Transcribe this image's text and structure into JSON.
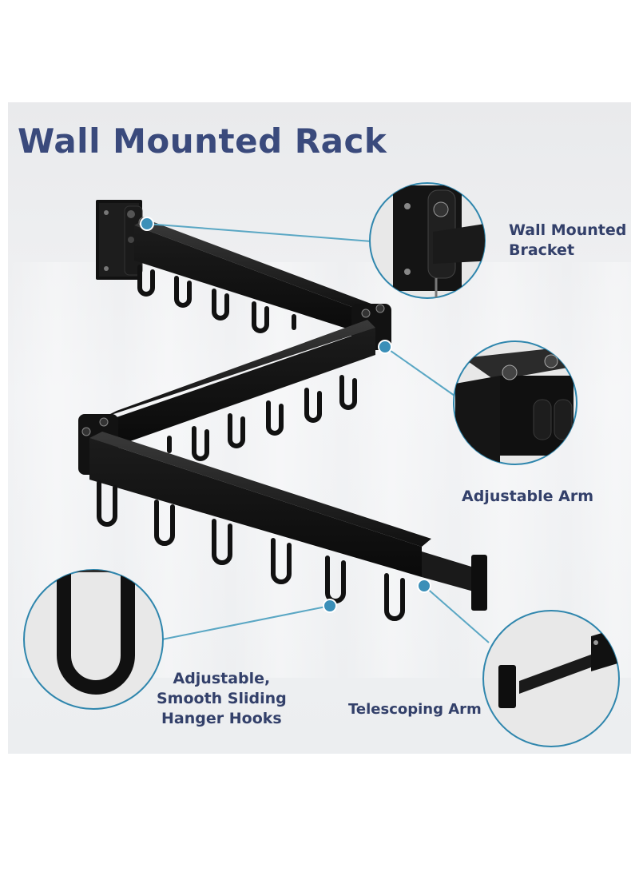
{
  "title": "Wall Mounted Rack",
  "callouts": {
    "bracket": {
      "line1": "Wall Mounted",
      "line2": "Bracket"
    },
    "adjustable_arm": {
      "label": "Adjustable Arm"
    },
    "hooks": {
      "line1": "Adjustable,",
      "line2": "Smooth Sliding",
      "line3": "Hanger Hooks"
    },
    "telescoping": {
      "label": "Telescoping Arm"
    }
  },
  "colors": {
    "title_text": "#3a4a7c",
    "label_text": "#33406a",
    "leader_line": "#5aa7c4",
    "leader_dot": "#3b8fb8",
    "rack_metal": "#141414",
    "circle_border": "#2f86ad"
  }
}
